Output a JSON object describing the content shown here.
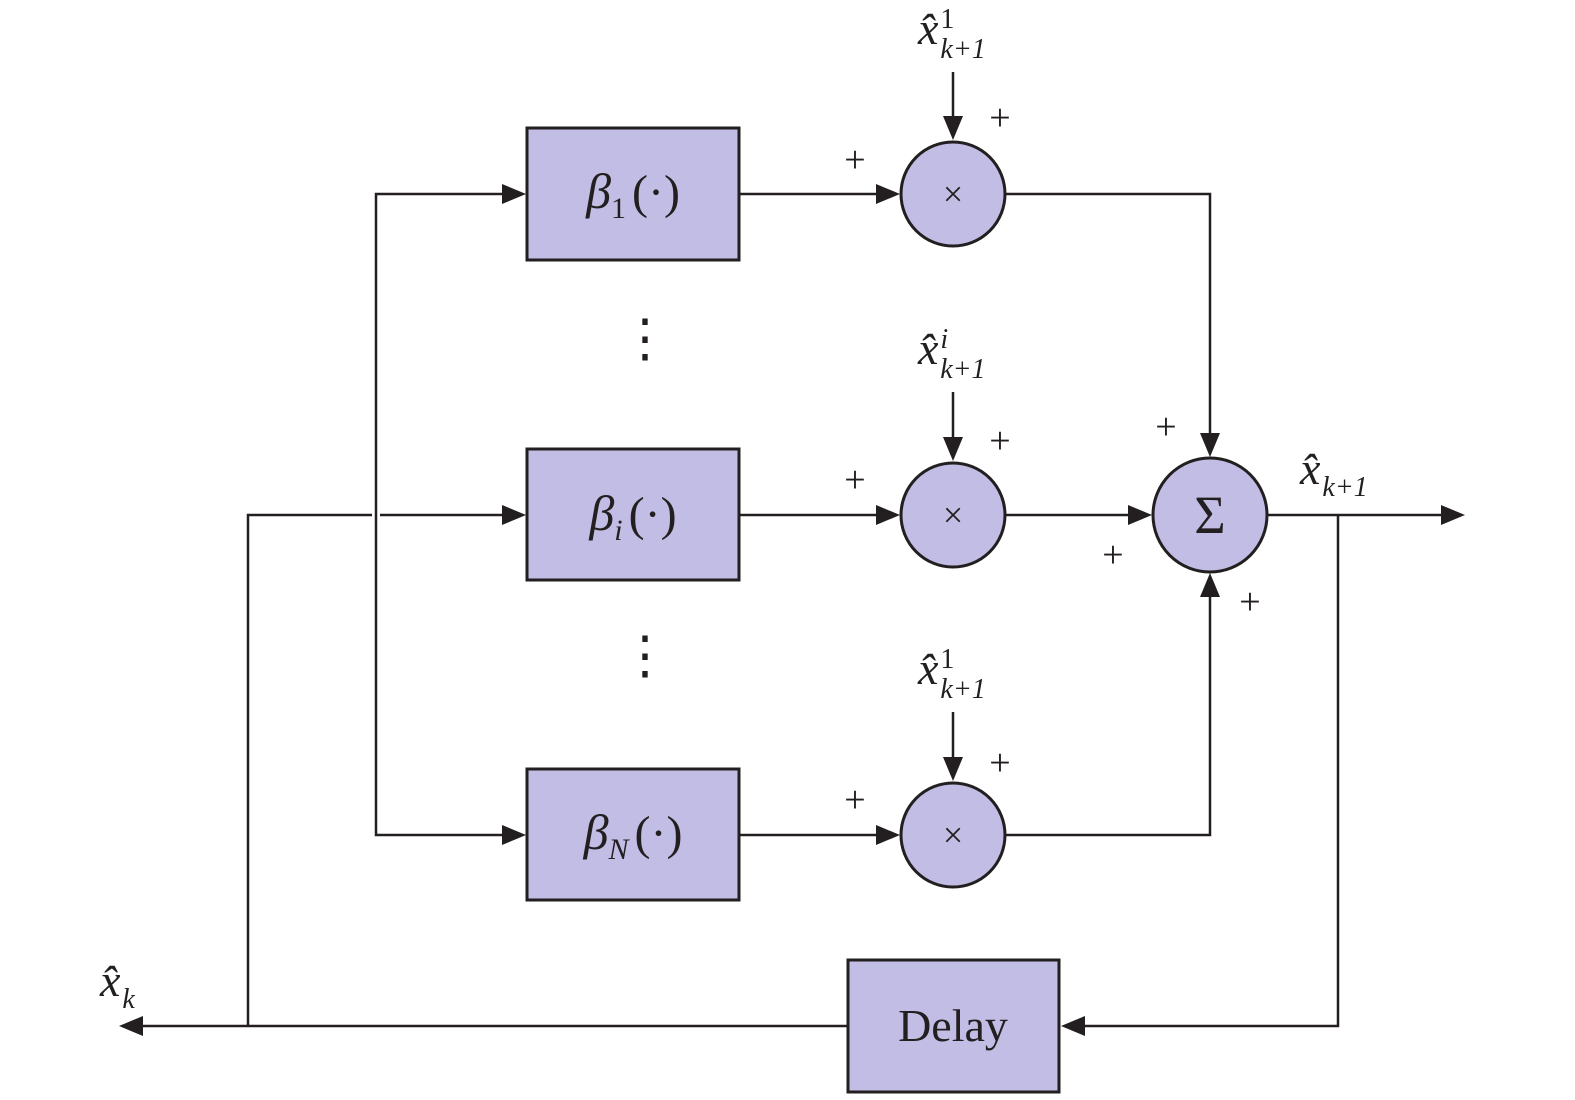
{
  "blocks": {
    "beta_1": {
      "symbol": "β",
      "sub": "1",
      "arg": "(·)"
    },
    "beta_i": {
      "symbol": "β",
      "sub": "i",
      "arg": "(·)"
    },
    "beta_N": {
      "symbol": "β",
      "sub": "N",
      "arg": "(·)"
    },
    "delay": "Delay"
  },
  "operators": {
    "multiply": "×",
    "sum": "Σ"
  },
  "signs": {
    "plus": "+"
  },
  "labels": {
    "input_1": {
      "base": "x̂",
      "sup": "1",
      "sub": "k+1"
    },
    "input_i": {
      "base": "x̂",
      "sup": "i",
      "sub": "k+1"
    },
    "input_N": {
      "base": "x̂",
      "sup": "1",
      "sub": "k+1"
    },
    "output": {
      "base": "x̂",
      "sub": "k+1"
    },
    "feedback": {
      "base": "x̂",
      "sub": "k"
    }
  },
  "ellipsis": "⋮"
}
